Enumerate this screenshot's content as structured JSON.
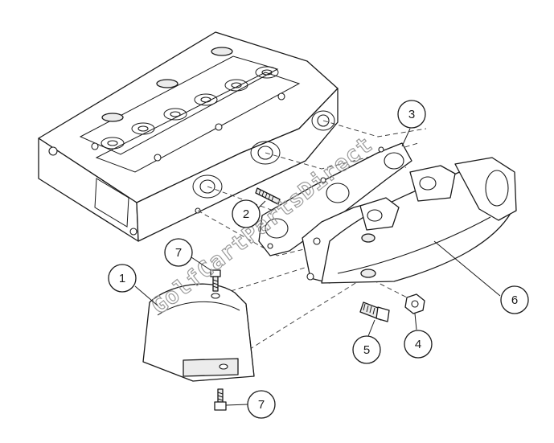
{
  "watermark": "GolfCartPartsDirect",
  "callouts": [
    {
      "id": "c1",
      "label": "1"
    },
    {
      "id": "c2",
      "label": "2"
    },
    {
      "id": "c3",
      "label": "3"
    },
    {
      "id": "c4",
      "label": "4"
    },
    {
      "id": "c5",
      "label": "5"
    },
    {
      "id": "c6",
      "label": "6"
    },
    {
      "id": "c7a",
      "label": "7"
    },
    {
      "id": "c7b",
      "label": "7"
    }
  ]
}
